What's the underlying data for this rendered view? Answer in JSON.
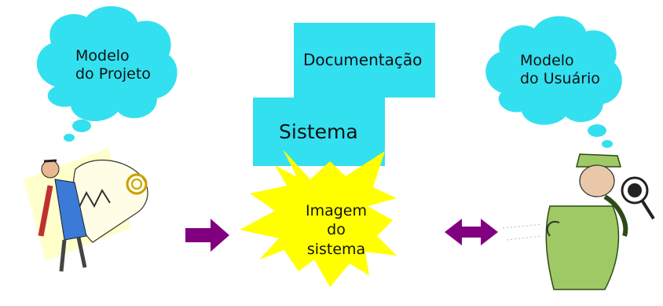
{
  "left_cloud": {
    "lines": [
      "Modelo",
      "do Projeto"
    ]
  },
  "right_cloud": {
    "lines": [
      "Modelo",
      "do Usuário"
    ]
  },
  "documentation_box": {
    "label": "Documentação"
  },
  "system_box": {
    "label": "Sistema"
  },
  "system_image": {
    "lines": [
      "Imagem",
      "do",
      "sistema"
    ]
  },
  "colors": {
    "cloud": "#33e0f0",
    "box": "#33e0f0",
    "burst": "#ffff00",
    "arrow": "#800080"
  },
  "icons": [
    "designer-clipart-icon",
    "detective-clipart-icon"
  ]
}
